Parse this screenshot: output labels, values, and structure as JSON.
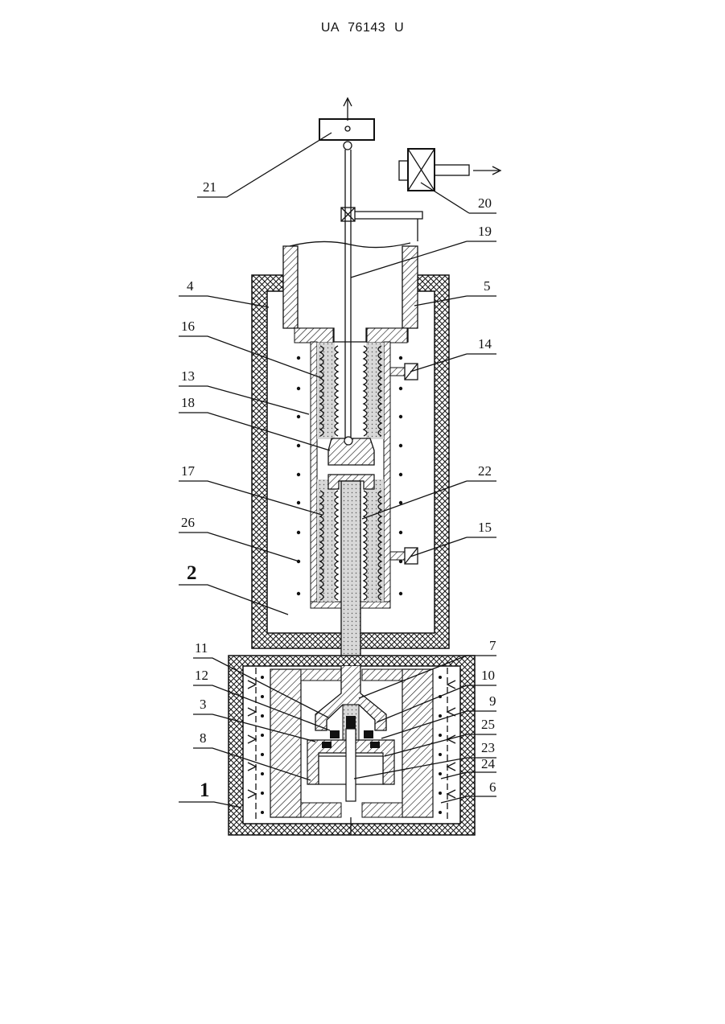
{
  "header": {
    "doc_number": "UA 76143 U"
  },
  "labels": {
    "l1": "1",
    "l2": "2",
    "l3": "3",
    "l4": "4",
    "l5": "5",
    "l6": "6",
    "l7": "7",
    "l8": "8",
    "l9": "9",
    "l10": "10",
    "l11": "11",
    "l12": "12",
    "l13": "13",
    "l14": "14",
    "l15": "15",
    "l16": "16",
    "l17": "17",
    "l18": "18",
    "l19": "19",
    "l20": "20",
    "l21": "21",
    "l22": "22",
    "l23": "23",
    "l24": "24",
    "l25": "25",
    "l26": "26"
  },
  "colors": {
    "ink": "#111111",
    "paper": "#ffffff",
    "liquid": "#d8d8d8"
  }
}
